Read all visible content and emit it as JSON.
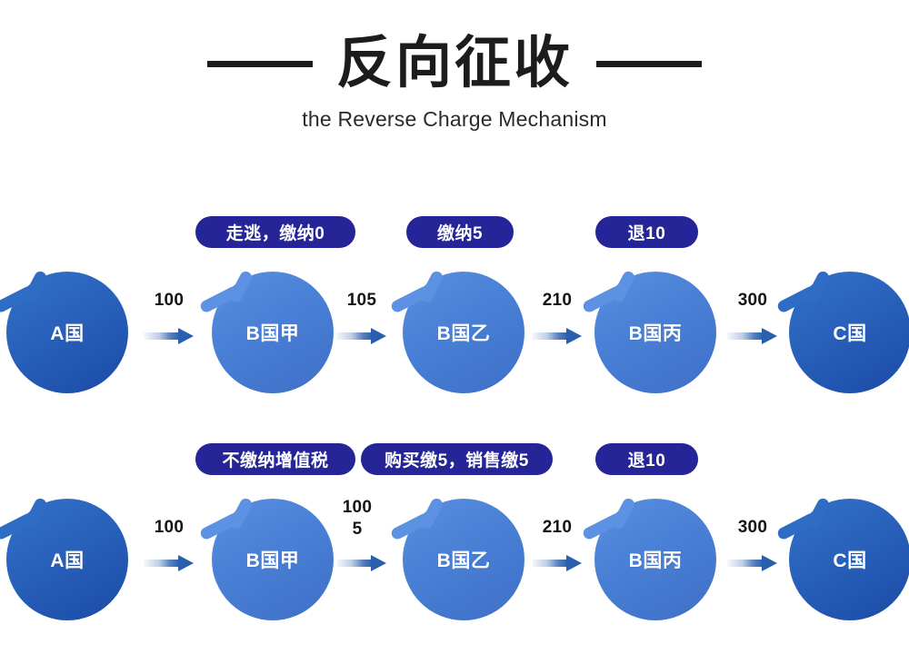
{
  "header": {
    "title": "反向征收",
    "subtitle": "the Reverse Charge Mechanism",
    "dash_left": "",
    "dash_right": ""
  },
  "colors": {
    "badge": "#252597",
    "node_dark": "#1b4ba6",
    "node_light": "#4a81d6",
    "arrow": "#2a5fae",
    "title": "#1c1c1c",
    "background": "#ffffff"
  },
  "diagram": {
    "rows": [
      {
        "id": "row-evasion",
        "badges": [
          {
            "label": "走逃，缴纳0"
          },
          {
            "label": "缴纳5"
          },
          {
            "label": "退10"
          }
        ],
        "nodes": [
          {
            "label": "A国",
            "tone": "dark"
          },
          {
            "label": "B国甲",
            "tone": "light"
          },
          {
            "label": "B国乙",
            "tone": "light"
          },
          {
            "label": "B国丙",
            "tone": "light"
          },
          {
            "label": "C国",
            "tone": "dark"
          }
        ],
        "arrows": [
          {
            "value": "100",
            "lines": [
              "100"
            ]
          },
          {
            "value": "105",
            "lines": [
              "105"
            ]
          },
          {
            "value": "210",
            "lines": [
              "210"
            ]
          },
          {
            "value": "300",
            "lines": [
              "300"
            ]
          }
        ]
      },
      {
        "id": "row-reverse-charge",
        "badges": [
          {
            "label": "不缴纳增值税"
          },
          {
            "label": "购买缴5，销售缴5"
          },
          {
            "label": "退10"
          }
        ],
        "nodes": [
          {
            "label": "A国",
            "tone": "dark"
          },
          {
            "label": "B国甲",
            "tone": "light"
          },
          {
            "label": "B国乙",
            "tone": "light"
          },
          {
            "label": "B国丙",
            "tone": "light"
          },
          {
            "label": "C国",
            "tone": "dark"
          }
        ],
        "arrows": [
          {
            "value": "100",
            "lines": [
              "100"
            ]
          },
          {
            "value": "100 5",
            "lines": [
              "100",
              "5"
            ]
          },
          {
            "value": "210",
            "lines": [
              "210"
            ]
          },
          {
            "value": "300",
            "lines": [
              "300"
            ]
          }
        ]
      }
    ]
  }
}
